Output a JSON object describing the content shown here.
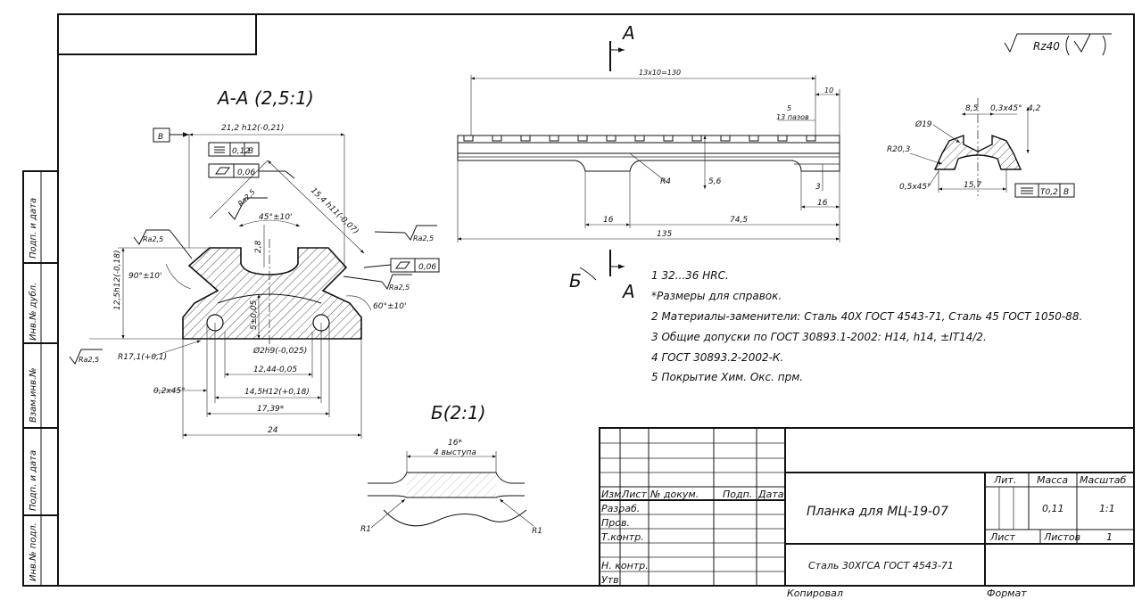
{
  "surface_roughness": "Rz40",
  "section_label": "А-А (2,5:1)",
  "detail_label": "Б(2:1)",
  "cut_A": "А",
  "cut_B": "Б",
  "datum": "В",
  "section": {
    "dim_width_top": "21,2 h12(-0,21)",
    "tol_sym_value": "0,12",
    "tol_sym_datum": "В",
    "tol_flat_value": "0,06",
    "tol_flat_right": "0,06",
    "dim_angle_45": "45°±10'",
    "dim_depth": "2,8",
    "dim_slope": "15,4 h11(-0,07)",
    "dim_angle_90": "90°±10'",
    "dim_height": "12,5h12(-0,18)",
    "dim_angle_60": "60°±10'",
    "dim_r": "R17,1(+0,1)",
    "dim_5": "5±0,05",
    "dim_hole": "Ø2h9(-0,025)",
    "dim_1244": "12,44-0,05",
    "dim_145": "14,5H12(+0,18)",
    "dim_chamfer": "0,2x45°",
    "dim_1739": "17,39*",
    "dim_24": "24",
    "ra": "Ra2,5"
  },
  "main_view": {
    "dim_130": "13x10=130",
    "dim_10": "10",
    "dim_5": "5",
    "dim_13slots": "13 пазов",
    "dim_r4": "R4",
    "dim_56": "5,6",
    "dim_3": "3",
    "dim_16a": "16",
    "dim_16b": "16",
    "dim_745": "74,5",
    "dim_135": "135"
  },
  "end_view": {
    "dim_85": "8,5",
    "dim_chamfer": "0,3x45°",
    "dim_42": "4,2",
    "dim_d19": "Ø19",
    "dim_r203": "R20,3",
    "dim_05": "0,5x45°",
    "dim_157": "15,7",
    "tol_value": "Т0,2",
    "tol_datum": "В"
  },
  "detail": {
    "dim_16": "16*",
    "dim_note": "4 выступа",
    "r1_left": "R1",
    "r1_right": "R1"
  },
  "notes": [
    "1 32...36 HRC.",
    "*Размеры для справок.",
    "2 Материалы-заменители: Сталь 40Х ГОСТ 4543-71, Сталь 45 ГОСТ 1050-88.",
    "3 Общие допуски по ГОСТ 30893.1-2002: H14, h14, ±IT14/2.",
    "4 ГОСТ 30893.2-2002-К.",
    "5 Покрытие Хим. Окс. прм."
  ],
  "side_strip": [
    "Подп. и дата",
    "Инв.№ дубл.",
    "Взам.инв.№",
    "Подп. и дата",
    "Инв.№ подл."
  ],
  "title_block": {
    "headers": [
      "Изм.",
      "Лист",
      "№ докум.",
      "Подп.",
      "Дата"
    ],
    "rows": [
      "Разраб.",
      "Пров.",
      "Т.контр.",
      "Н. контр.",
      "Утв."
    ],
    "name": "Планка для МЦ-19-07",
    "material": "Сталь 30ХГСА ГОСТ 4543-71",
    "lit": "Лит.",
    "mass": "Масса",
    "scale": "Масштаб",
    "mass_value": "0,11",
    "scale_value": "1:1",
    "sheet": "Лист",
    "sheets": "Листов",
    "sheets_value": "1",
    "copied": "Копировал",
    "format": "Формат"
  }
}
